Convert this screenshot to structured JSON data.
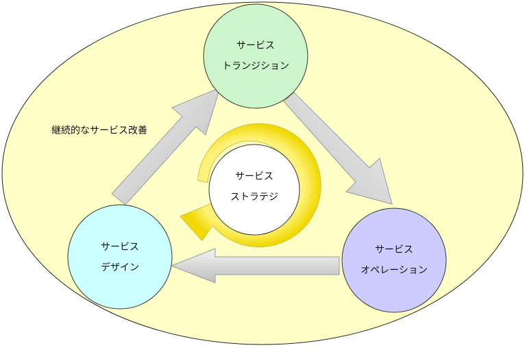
{
  "diagram": {
    "caption": "継続的なサービス改善",
    "nodes": {
      "transition": {
        "line1": "サービス",
        "line2": "トランジション",
        "color": "#ccf5cc"
      },
      "operation": {
        "line1": "サービス",
        "line2": "オペレーション",
        "color": "#ccccff"
      },
      "design": {
        "line1": "サービス",
        "line2": "デザイン",
        "color": "#ccffff"
      },
      "strategy": {
        "line1": "サービス",
        "line2": "ストラテジ",
        "color": "#ffffff"
      }
    },
    "colors": {
      "background_ellipse": "#ffffc8",
      "cycle_ring": "#ffeb55",
      "arrow_fill": "#e6e6e6"
    }
  }
}
